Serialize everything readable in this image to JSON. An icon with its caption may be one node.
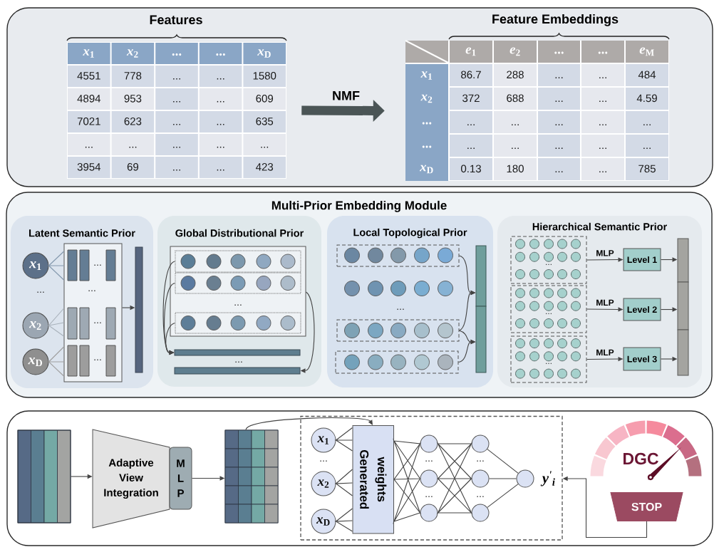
{
  "diagram": {
    "nodes": [
      {
        "text": [],
        "shape": "box"
      },
      {
        "text": [
          "Features"
        ],
        "in": 0
      },
      {
        "text": [
          "Feature Embeddings"
        ],
        "in": 0
      },
      {
        "text": [
          "Multi-Prior Embedding Module"
        ]
      },
      {
        "text": [
          "Latent Semantic Prior"
        ],
        "in": 3
      },
      {
        "text": [
          "*x*$_{1}$"
        ],
        "in": 4
      },
      {
        "text": [
          "*x*$_{2}$"
        ],
        "in": 4
      },
      {
        "text": [
          "*x*$_{D}$"
        ],
        "in": 4
      },
      {
        "text": [],
        "shape": "box",
        "in": 4
      },
      {
        "text": [],
        "shape": "bar",
        "in": 4
      },
      {
        "text": [
          "Global Distributional Prior"
        ],
        "in": 3
      },
      {
        "text": [],
        "shape": "box",
        "in": 10
      },
      {
        "text": [],
        "shape": "box",
        "in": 11
      },
      {
        "text": [],
        "shape": "box",
        "in": 11
      },
      {
        "text": [],
        "shape": "box",
        "in": 11
      },
      {
        "text": [],
        "shape": "bar",
        "in": 10
      },
      {
        "text": [],
        "shape": "bar",
        "in": 10
      },
      {
        "text": [
          "Local Topological Prior"
        ],
        "in": 3
      },
      {
        "text": [],
        "shape": "box",
        "in": 17
      },
      {
        "text": [],
        "shape": "box",
        "in": 17
      },
      {
        "text": [],
        "shape": "box",
        "in": 17
      },
      {
        "text": [],
        "shape": "bar",
        "in": 17
      },
      {
        "text": [],
        "shape": "bar",
        "in": 17
      },
      {
        "text": [
          "Hierarchical Semantic Prior"
        ],
        "in": 3
      },
      {
        "text": [],
        "shape": "box",
        "in": 23
      },
      {
        "text": [],
        "shape": "box",
        "in": 23
      },
      {
        "text": [],
        "shape": "box",
        "in": 23
      },
      {
        "text": [
          "Level 1"
        ],
        "in": 23
      },
      {
        "text": [
          "Level 2"
        ],
        "in": 23
      },
      {
        "text": [
          "Level 3"
        ],
        "in": 23
      },
      {
        "text": [],
        "shape": "bar",
        "in": 23
      },
      {
        "text": [],
        "shape": "bar",
        "in": 23
      },
      {
        "text": [],
        "shape": "bar",
        "in": 23
      },
      {
        "text": [],
        "shape": "box"
      },
      {
        "text": [],
        "shape": "box",
        "in": 33
      },
      {
        "text": [
          "Adaptive View Integration"
        ],
        "in": 33
      },
      {
        "text": [
          "M L P"
        ],
        "in": 33
      },
      {
        "text": [],
        "shape": "box",
        "in": 33
      },
      {
        "text": [],
        "shape": "box",
        "in": 33
      },
      {
        "text": [
          "*x*$_{1}$"
        ],
        "in": 38
      },
      {
        "text": [
          "*x*$_{2}$"
        ],
        "in": 38
      },
      {
        "text": [
          "*x*$_{D}$"
        ],
        "in": 38
      },
      {
        "text": [
          "weights Generated"
        ],
        "in": 38
      },
      {
        "text": [],
        "shape": "circle",
        "in": 38
      },
      {
        "text": [],
        "shape": "circle",
        "in": 38
      },
      {
        "text": [],
        "shape": "circle",
        "in": 38
      },
      {
        "text": [],
        "shape": "circle",
        "in": 38
      },
      {
        "text": [],
        "shape": "circle",
        "in": 38
      },
      {
        "text": [],
        "shape": "circle",
        "in": 38
      },
      {
        "text": [],
        "shape": "circle",
        "in": 38,
        "beside": [
          "y$^{'}$$_{i}$"
        ]
      },
      {
        "text": [
          "DGC"
        ],
        "in": 33
      },
      {
        "text": [
          "STOP"
        ],
        "in": 33
      }
    ],
    "edges": [
      {
        "from": 1,
        "to": 2,
        "arrow": "to",
        "label": "NMF",
        "style": "thick",
        "color": "#4b5556"
      },
      {
        "from": 5,
        "to": 8,
        "arrow": "none",
        "color": "#8398ad"
      },
      {
        "from": 6,
        "to": 8,
        "arrow": "none",
        "color": "#a9b2bb"
      },
      {
        "from": 7,
        "to": 8,
        "arrow": "none",
        "color": "#a0a0a0"
      },
      {
        "from": 8,
        "to": 9,
        "arrow": "to"
      },
      {
        "from": 12,
        "to": 15,
        "arrow": "to"
      },
      {
        "from": 13,
        "to": 15,
        "arrow": "to"
      },
      {
        "from": 14,
        "to": 15,
        "arrow": "to"
      },
      {
        "from": 11,
        "to": 16,
        "arrow": "to"
      },
      {
        "from": 18,
        "to": 21,
        "arrow": "to"
      },
      {
        "from": 19,
        "to": 21,
        "arrow": "to"
      },
      {
        "from": 19,
        "to": 22,
        "arrow": "to"
      },
      {
        "from": 20,
        "to": 22,
        "arrow": "to"
      },
      {
        "from": 24,
        "to": 27,
        "arrow": "to",
        "label": "MLP"
      },
      {
        "from": 27,
        "to": 30,
        "arrow": "to"
      },
      {
        "from": 25,
        "to": 28,
        "arrow": "to",
        "label": "MLP"
      },
      {
        "from": 28,
        "to": 31,
        "arrow": "to"
      },
      {
        "from": 26,
        "to": 29,
        "arrow": "to",
        "label": "MLP"
      },
      {
        "from": 29,
        "to": 32,
        "arrow": "to"
      },
      {
        "from": 34,
        "to": 35,
        "arrow": "to"
      },
      {
        "from": 36,
        "to": 37,
        "arrow": "to"
      },
      {
        "from": 37,
        "to": 42,
        "arrow": "to"
      },
      {
        "from": 39,
        "to": 42,
        "arrow": "none"
      },
      {
        "from": 40,
        "to": 42,
        "arrow": "none"
      },
      {
        "from": 41,
        "to": 42,
        "arrow": "none"
      },
      {
        "from": 42,
        "to": 43,
        "arrow": "none"
      },
      {
        "from": 42,
        "to": 44,
        "arrow": "none"
      },
      {
        "from": 42,
        "to": 45,
        "arrow": "none"
      },
      {
        "from": 43,
        "to": 46,
        "arrow": "none"
      },
      {
        "from": 43,
        "to": 47,
        "arrow": "none"
      },
      {
        "from": 43,
        "to": 48,
        "arrow": "none"
      },
      {
        "from": 44,
        "to": 46,
        "arrow": "none"
      },
      {
        "from": 44,
        "to": 47,
        "arrow": "none"
      },
      {
        "from": 44,
        "to": 48,
        "arrow": "none"
      },
      {
        "from": 45,
        "to": 46,
        "arrow": "none"
      },
      {
        "from": 45,
        "to": 47,
        "arrow": "none"
      },
      {
        "from": 45,
        "to": 48,
        "arrow": "none"
      },
      {
        "from": 46,
        "to": 49,
        "arrow": "none"
      },
      {
        "from": 47,
        "to": 49,
        "arrow": "none"
      },
      {
        "from": 48,
        "to": 49,
        "arrow": "none"
      },
      {
        "from": 51,
        "to": 38,
        "arrow": "to"
      }
    ],
    "labels": [
      "*x*$_{1}$",
      "*x*$_{2}$",
      "...",
      "...",
      "*x*$_{D}$",
      "4551",
      "778",
      "...",
      "...",
      "1580",
      "4894",
      "953",
      "...",
      "...",
      "609",
      "7021",
      "623",
      "...",
      "...",
      "635",
      "...",
      "...",
      "...",
      "...",
      "...",
      "3954",
      "69",
      "...",
      "...",
      "423",
      "*e*$_{1}$",
      "*e*$_{2}$",
      "...",
      "...",
      "*e*$_{M}$",
      "*x*$_{1}$",
      "86.7",
      "288",
      "...",
      "...",
      "484",
      "*x*$_{2}$",
      "372",
      "688",
      "...",
      "...",
      "4.59",
      "...",
      "...",
      "...",
      "...",
      "...",
      "...",
      "...",
      "...",
      "...",
      "...",
      "...",
      "...",
      "*x*$_{D}$",
      "0.13",
      "180",
      "...",
      "...",
      "785",
      "...",
      "...",
      "...",
      "...",
      "...",
      "...",
      "...",
      "...",
      "...",
      "...",
      "...",
      "...",
      "...",
      "...",
      "...",
      "..."
    ]
  }
}
